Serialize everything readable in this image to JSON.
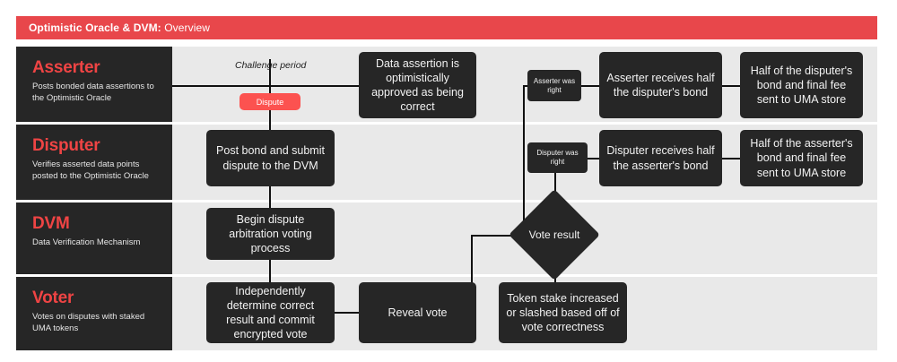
{
  "header": {
    "title_bold": "Optimistic Oracle & DVM:",
    "title_sub": " Overview",
    "bar_color": "#e8474b"
  },
  "lanes": [
    {
      "id": "asserter",
      "title": "Asserter",
      "desc": "Posts bonded data assertions to the Optimistic Oracle"
    },
    {
      "id": "disputer",
      "title": "Disputer",
      "desc": "Verifies asserted data points posted to the Optimistic Oracle"
    },
    {
      "id": "dvm",
      "title": "DVM",
      "desc": "Data Verification Mechanism"
    },
    {
      "id": "voter",
      "title": "Voter",
      "desc": "Votes on disputes with staked UMA tokens"
    }
  ],
  "nodes": {
    "challenge_period": "Challenge period",
    "dispute": "Dispute",
    "data_assertion_approved": "Data assertion is optimistically approved as being correct",
    "asserter_was_right": "Asserter was right",
    "asserter_receives_half": "Asserter receives half the disputer's bond",
    "half_disputer_bond_fee": "Half of the disputer's bond and final fee sent to UMA store",
    "post_bond_submit": "Post bond and submit dispute to the DVM",
    "disputer_was_right": "Disputer was right",
    "disputer_receives_half": "Disputer receives half the asserter's bond",
    "half_asserter_bond_fee": "Half of the asserter's bond and final fee sent to UMA store",
    "begin_arbitration": "Begin dispute arbitration voting process",
    "vote_result": "Vote result",
    "independently_determine": "Independently determine correct result and commit encrypted vote",
    "reveal_vote": "Reveal vote",
    "token_stake": "Token stake increased or slashed based off of vote correctness"
  },
  "colors": {
    "accent_red": "#ef4444",
    "badge_red": "#fc5250",
    "node_dark": "#262626",
    "lane_bg": "#e9e9e9",
    "page_bg": "#ffffff",
    "connector": "#111111"
  }
}
